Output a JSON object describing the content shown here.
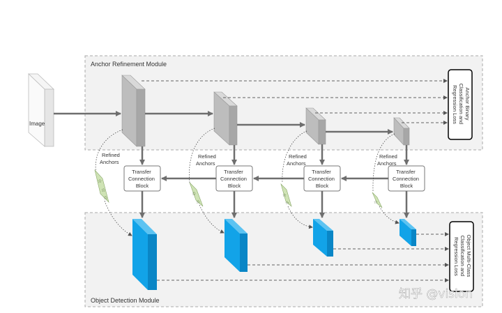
{
  "modules": {
    "arm_title": "Anchor Refinement Module",
    "odm_title": "Object Detection Module"
  },
  "input": {
    "label": "Image"
  },
  "tcb": {
    "line1": "Transfer",
    "line2": "Connection",
    "line3": "Block"
  },
  "refined": {
    "line1": "Refined",
    "line2": "Anchors"
  },
  "losses": {
    "arm": [
      "Anchor Binary",
      "Classification and",
      "Regression Loss"
    ],
    "odm": [
      "Object Multi-Class",
      "Classification and",
      "Regression Loss"
    ]
  },
  "watermark": "知乎 @vision",
  "colors": {
    "gray_block": "#bdbdbd",
    "blue_block": "#12a3e8",
    "anchor_fill": "#cfe3b5",
    "arrow": "#6e6e6e",
    "panel_border": "#aaaaaa"
  }
}
